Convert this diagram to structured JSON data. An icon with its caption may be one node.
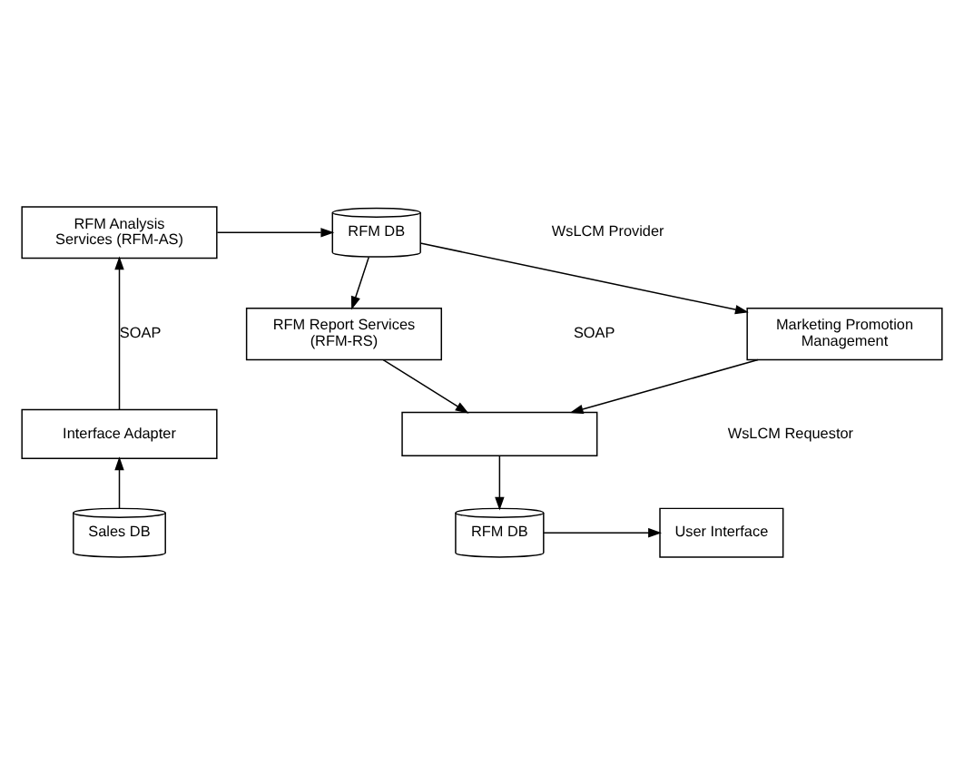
{
  "diagram": {
    "nodes": [
      {
        "text": [
          "RFM Analysis Services (RFM-AS)"
        ]
      },
      {
        "text": [
          "RFM DB"
        ]
      },
      {
        "text": [
          "RFM Report Services (RFM-RS)"
        ]
      },
      {
        "text": [
          "Marketing Promotion Management"
        ]
      },
      {
        "text": [
          "Interface Adapter"
        ]
      },
      {
        "text": [],
        "shape": "box"
      },
      {
        "text": [
          "Sales DB"
        ]
      },
      {
        "text": [
          "RFM DB"
        ]
      },
      {
        "text": [
          "User Interface"
        ]
      }
    ],
    "edges": [
      {
        "from": 0,
        "to": 1,
        "arrow": "to"
      },
      {
        "from": 1,
        "to": 2,
        "arrow": "to"
      },
      {
        "from": 1,
        "to": 3,
        "arrow": "to"
      },
      {
        "from": 4,
        "to": 0,
        "arrow": "to",
        "label": "SOAP"
      },
      {
        "from": 2,
        "to": 5,
        "arrow": "to"
      },
      {
        "from": 3,
        "to": 5,
        "arrow": "to"
      },
      {
        "from": 6,
        "to": 4,
        "arrow": "to"
      },
      {
        "from": 5,
        "to": 7,
        "arrow": "to"
      },
      {
        "from": 7,
        "to": 8,
        "arrow": "to"
      }
    ],
    "labels": [
      "WsLCM Provider",
      "SOAP",
      "WsLCM Requestor"
    ]
  }
}
